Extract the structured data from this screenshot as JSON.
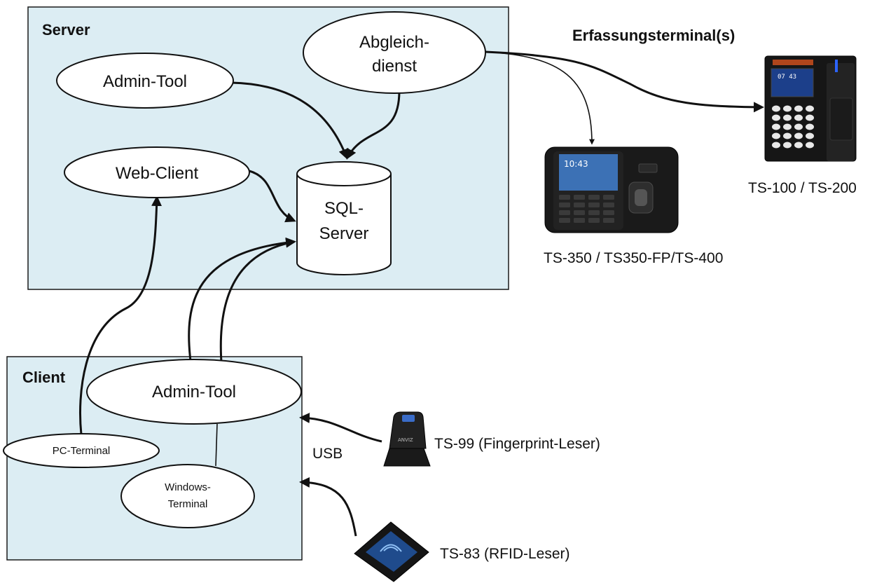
{
  "server": {
    "title": "Server",
    "admin_tool": "Admin-Tool",
    "sync_service": [
      "Abgleich-",
      "dienst"
    ],
    "web_client": "Web-Client",
    "sql_server": [
      "SQL-",
      "Server"
    ]
  },
  "terminals": {
    "heading": "Erfassungsterminal(s)",
    "ts100_label": "TS-100 / TS-200",
    "ts350_label": "TS-350 / TS350-FP/TS-400"
  },
  "client": {
    "title": "Client",
    "admin_tool": "Admin-Tool",
    "pc_terminal": "PC-Terminal",
    "windows_terminal": [
      "Windows-",
      "Terminal"
    ]
  },
  "peripherals": {
    "usb": "USB",
    "ts99_label": "TS-99 (Fingerprint-Leser)",
    "ts83_label": "TS-83 (RFID-Leser)",
    "ts99_logo": "ANVIZ",
    "ts350_screen_time": "10:43",
    "ts100_screen_time": "07 43"
  },
  "colors": {
    "box_fill": "#dcedf3",
    "stroke": "#111111"
  }
}
